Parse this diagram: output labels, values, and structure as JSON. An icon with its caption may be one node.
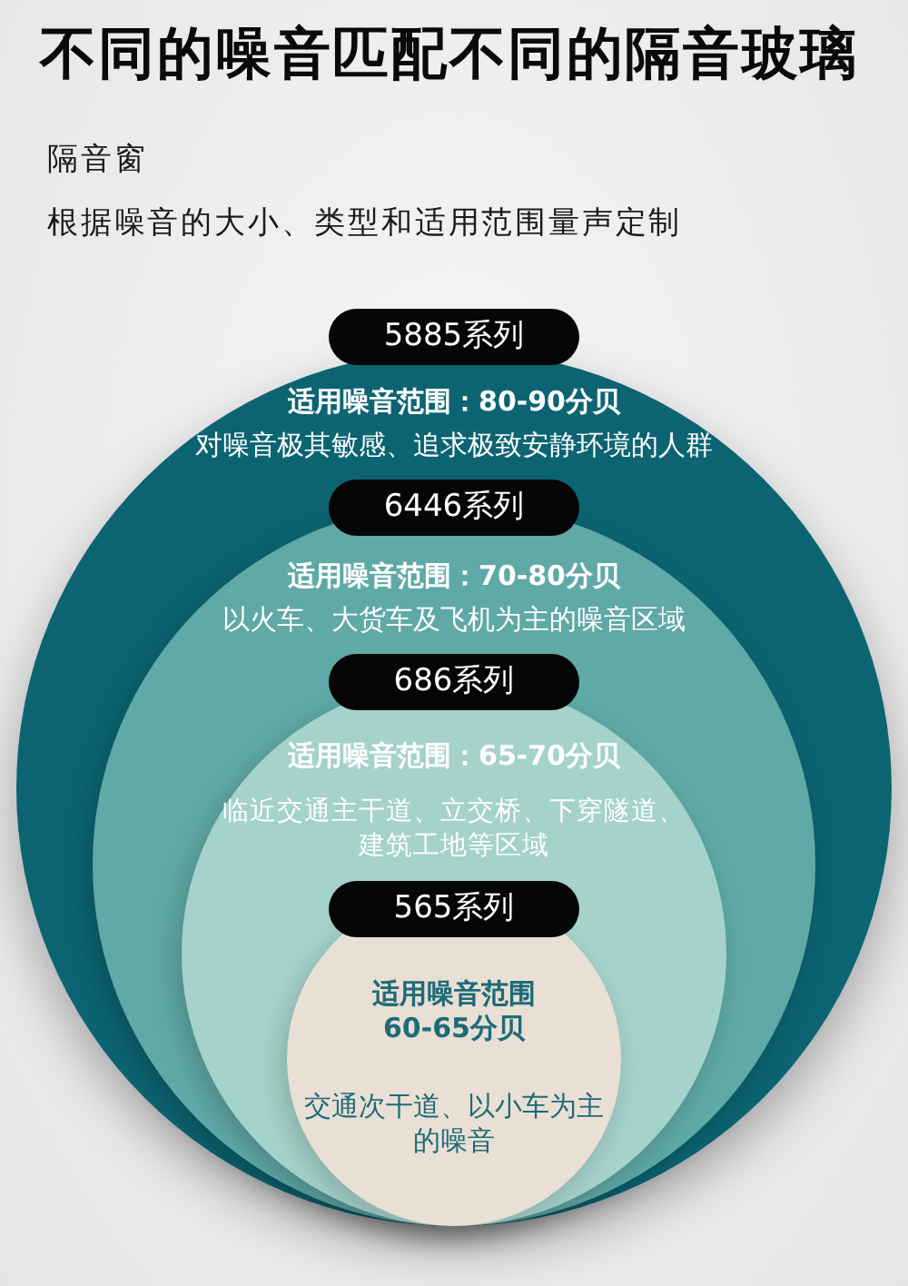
{
  "diagram": {
    "title": "不同的噪音匹配不同的隔音玻璃",
    "nodes": [
      {
        "text": [
          "5885系列",
          "适用噪音范围：80-90分贝",
          "对噪音极其敏感、追求极致安静环境的人群"
        ]
      },
      {
        "text": [
          "6446系列",
          "适用噪音范围：70-80分贝",
          "以火车、大货车及飞机为主的噪音区域"
        ],
        "in": 0
      },
      {
        "text": [
          "686系列",
          "适用噪音范围：65-70分贝",
          "临近交通主干道、立交桥、下穿隧道、建筑工地等区域"
        ],
        "in": 1
      },
      {
        "text": [
          "565系列",
          "适用噪音范围60-65分贝",
          "交通次干道、以小车为主的噪音"
        ],
        "in": 2
      }
    ],
    "labels": [
      "隔音窗",
      "根据噪音的大小、类型和适用范围量声定制"
    ]
  }
}
